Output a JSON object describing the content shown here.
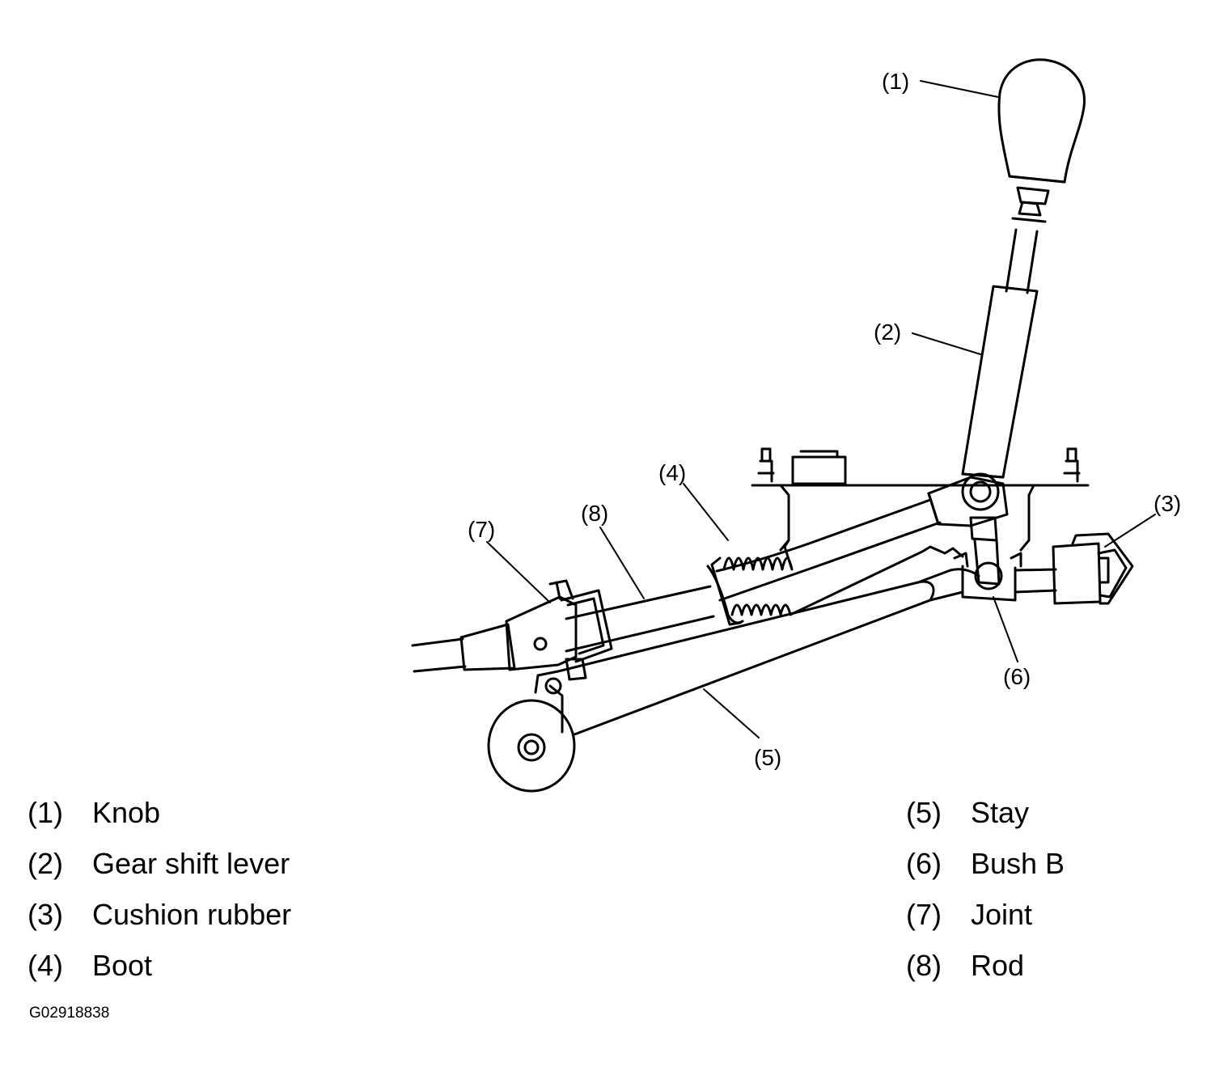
{
  "callouts": {
    "c1": "(1)",
    "c2": "(2)",
    "c3": "(3)",
    "c4": "(4)",
    "c5": "(5)",
    "c6": "(6)",
    "c7": "(7)",
    "c8": "(8)"
  },
  "legend": {
    "left": [
      {
        "num": "(1)",
        "name": "Knob"
      },
      {
        "num": "(2)",
        "name": "Gear shift lever"
      },
      {
        "num": "(3)",
        "name": "Cushion rubber"
      },
      {
        "num": "(4)",
        "name": "Boot"
      }
    ],
    "right": [
      {
        "num": "(5)",
        "name": "Stay"
      },
      {
        "num": "(6)",
        "name": "Bush B"
      },
      {
        "num": "(7)",
        "name": "Joint"
      },
      {
        "num": "(8)",
        "name": "Rod"
      }
    ]
  },
  "figure_code": "G02918838"
}
